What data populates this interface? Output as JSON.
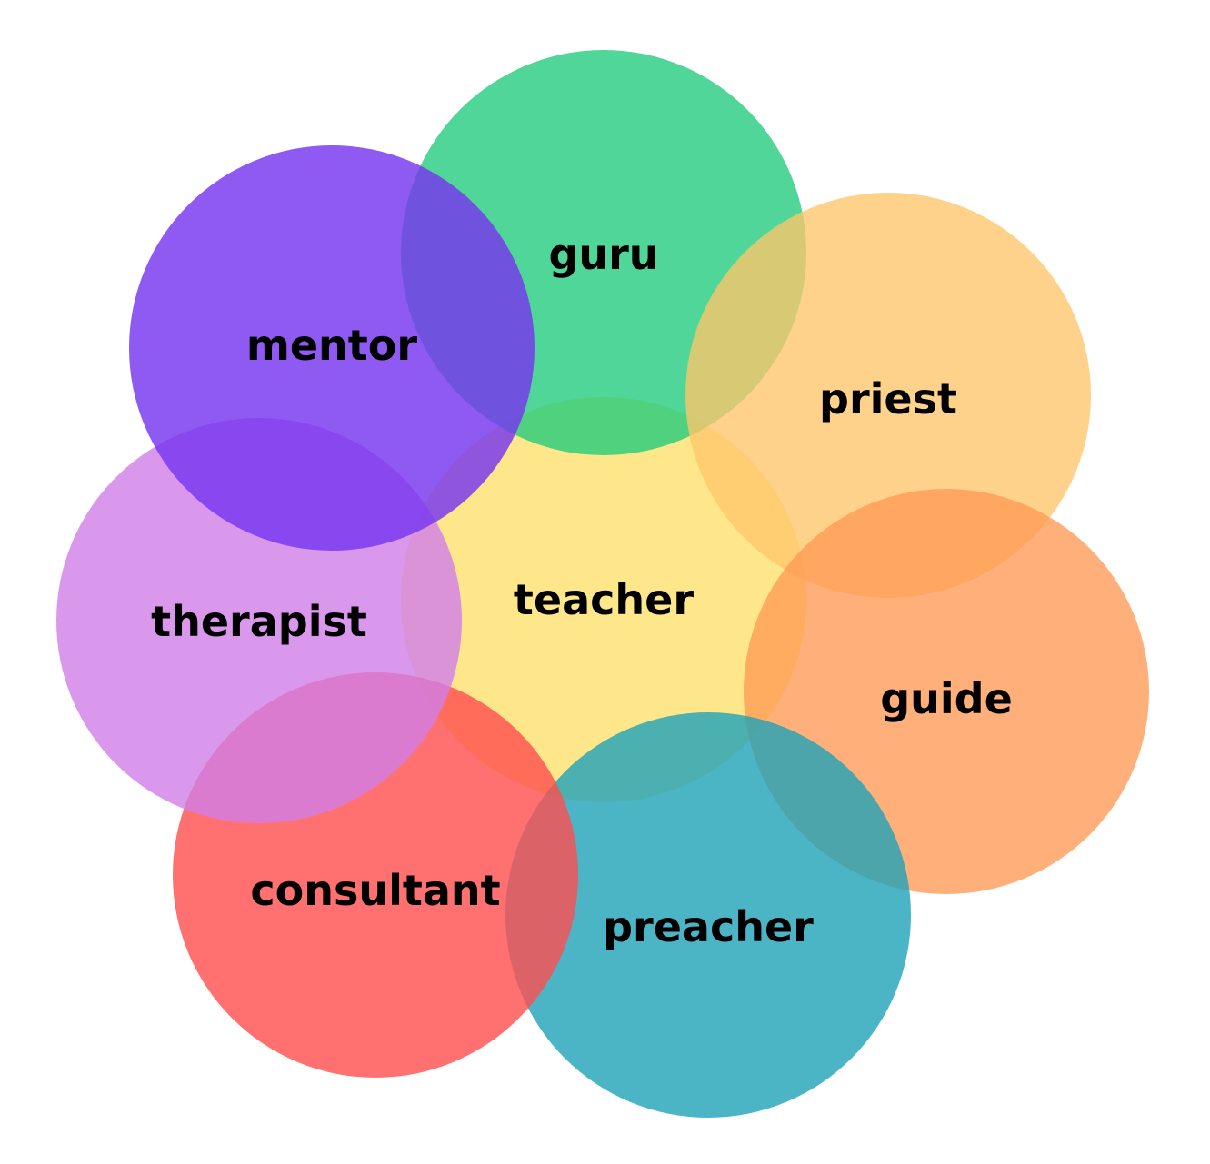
{
  "diagram": {
    "circles": [
      {
        "id": "teacher",
        "label": "teacher",
        "color": "#FEE78B",
        "opacity": 1.0
      },
      {
        "id": "guru",
        "label": "guru",
        "color": "#1ECB7B",
        "opacity": 0.78
      },
      {
        "id": "priest",
        "label": "priest",
        "color": "#FFC56B",
        "opacity": 0.78
      },
      {
        "id": "guide",
        "label": "guide",
        "color": "#FF9A55",
        "opacity": 0.78
      },
      {
        "id": "preacher",
        "label": "preacher",
        "color": "#1EA2B8",
        "opacity": 0.8
      },
      {
        "id": "consultant",
        "label": "consultant",
        "color": "#FF4D4D",
        "opacity": 0.8
      },
      {
        "id": "therapist",
        "label": "therapist",
        "color": "#D17EE8",
        "opacity": 0.8
      },
      {
        "id": "mentor",
        "label": "mentor",
        "color": "#7636EF",
        "opacity": 0.82
      }
    ]
  }
}
